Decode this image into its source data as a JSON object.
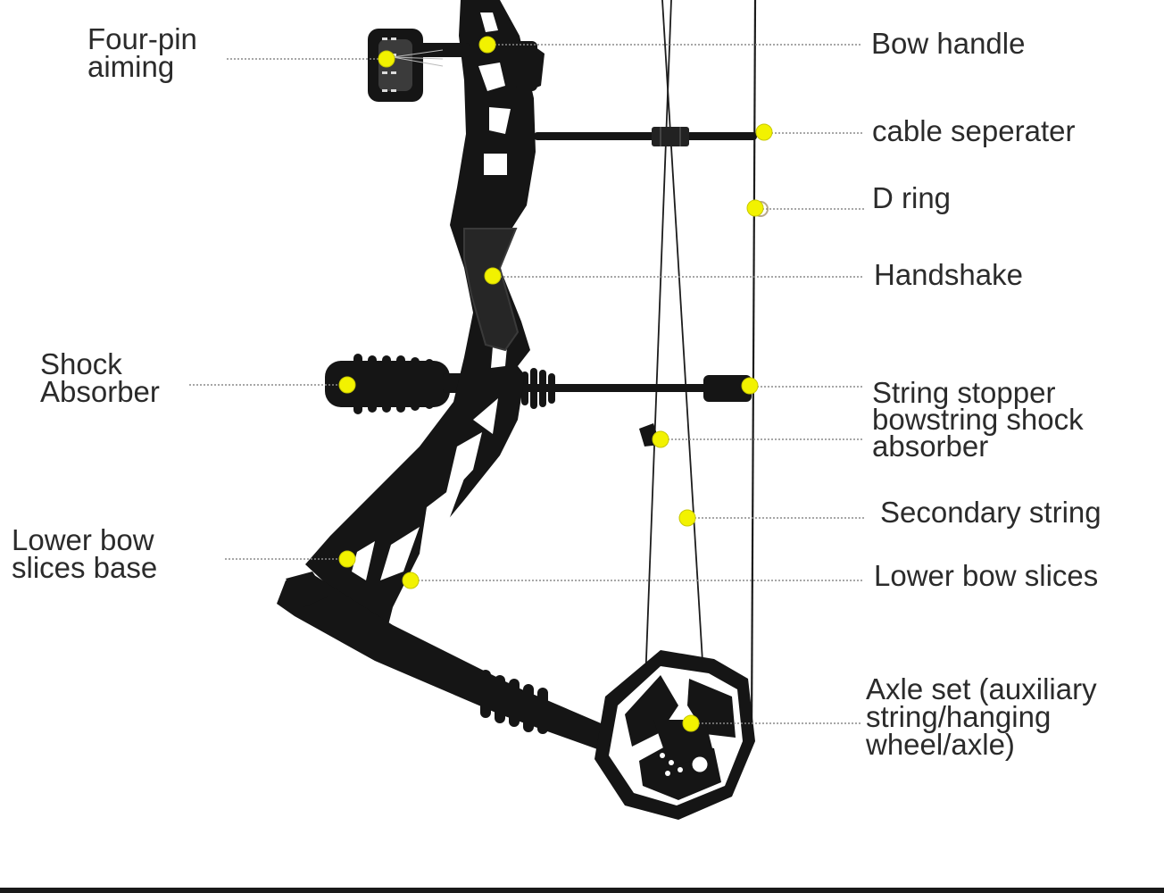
{
  "diagram": {
    "colors": {
      "bow": "#151515",
      "marker": "#f2f200",
      "leader": "#8a8a8a",
      "text": "#2b2b2b",
      "background": "#ffffff"
    },
    "labels": {
      "four_pin_aiming": "Four-pin\naiming",
      "shock_absorber": "Shock\nAbsorber",
      "lower_bow_slices_base": "Lower bow\nslices base",
      "bow_handle": "Bow handle",
      "cable_seperater": "cable seperater",
      "d_ring": "D ring",
      "handshake": "Handshake",
      "string_stopper": "String stopper\nbowstring shock\nabsorber",
      "secondary_string": "Secondary string",
      "lower_bow_slices": "Lower bow slices",
      "axle_set": "Axle set (auxiliary\nstring/hanging\nwheel/axle)"
    }
  }
}
